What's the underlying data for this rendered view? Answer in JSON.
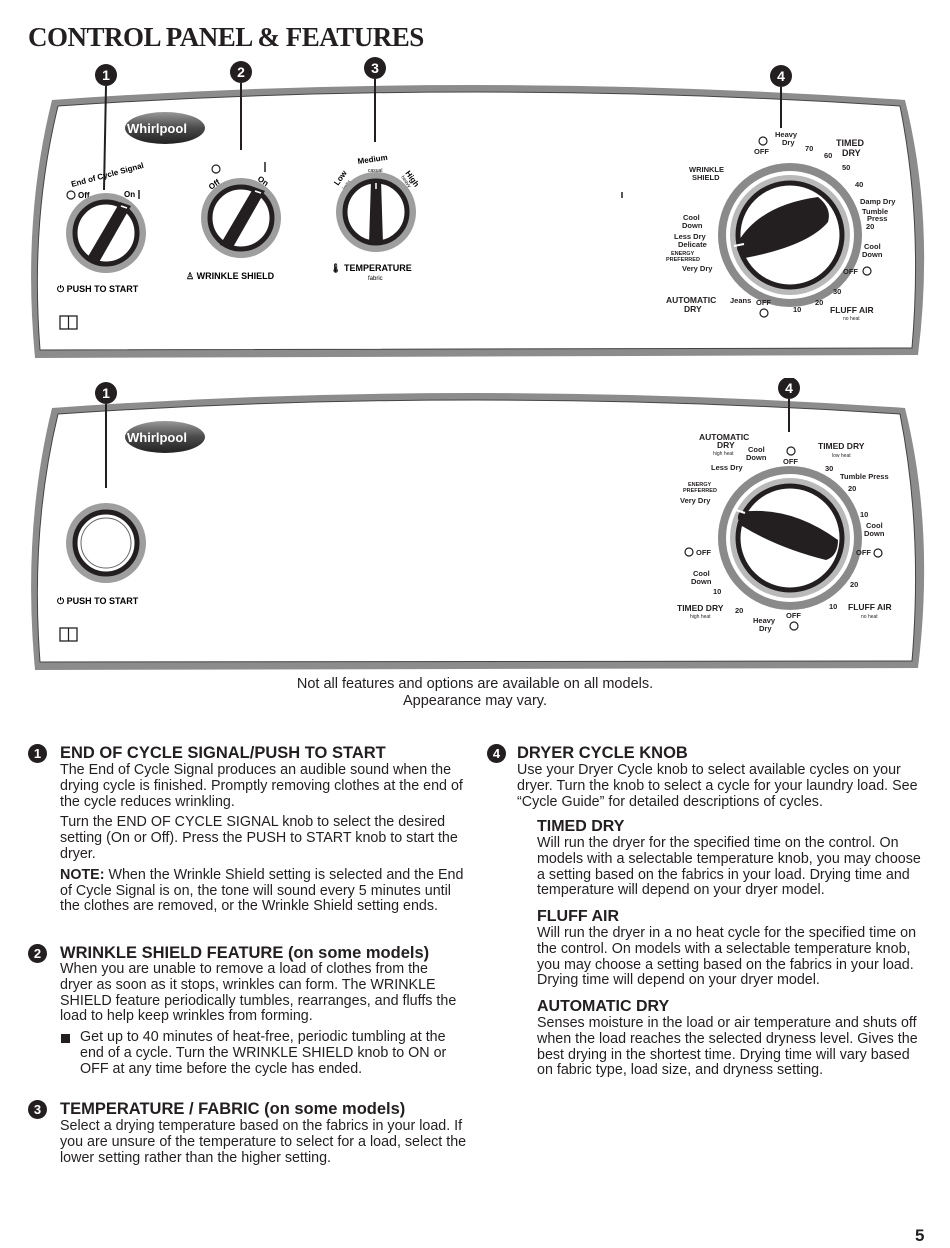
{
  "page_title": "CONTROL PANEL & FEATURES",
  "panel_top": {
    "callouts": [
      "1",
      "2",
      "3",
      "4"
    ],
    "logo": "Whirlpool",
    "knob1": {
      "arc_label": "End of Cycle Signal",
      "off": "Off",
      "on": "On",
      "push_label": "PUSH TO START"
    },
    "knob2": {
      "off": "Off",
      "on": "On",
      "label": "WRINKLE SHIELD"
    },
    "knob3": {
      "low": "Low",
      "low_sub": "knits",
      "medium": "Medium",
      "medium_sub": "casual",
      "high": "High",
      "high_sub": "heavy",
      "label": "TEMPERATURE",
      "label_sub": "fabric"
    },
    "dial": {
      "heavy_dry": "Heavy\nDry",
      "off_top": "OFF",
      "t70": "70",
      "t60": "60",
      "t50": "50",
      "t40": "40",
      "t30": "30",
      "t20": "20",
      "t10": "10",
      "t20b": "20",
      "timed_dry": "TIMED\nDRY",
      "wrinkle_shield": "WRINKLE\nSHIELD",
      "cool_down_left": "Cool\nDown",
      "less_dry": "Less Dry",
      "delicate": "Delicate",
      "energy_preferred": "ENERGY\nPREFERRED",
      "very_dry": "Very Dry",
      "damp_dry": "Damp Dry",
      "tumble_press": "Tumble\nPress",
      "cool_down_right": "Cool\nDown",
      "off_right": "OFF",
      "automatic_dry": "AUTOMATIC\nDRY",
      "jeans": "Jeans",
      "off_bottom": "OFF",
      "fluff_air": "FLUFF AIR",
      "fluff_air_sub": "no heat"
    }
  },
  "panel_bottom": {
    "callouts": [
      "1",
      "4"
    ],
    "logo": "Whirlpool",
    "push_label": "PUSH TO START",
    "dial": {
      "automatic_dry": "AUTOMATIC\nDRY",
      "automatic_dry_sub": "high heat",
      "cool_down_top": "Cool\nDown",
      "off_top": "OFF",
      "timed_dry_top": "TIMED DRY",
      "timed_dry_top_sub": "low heat",
      "less_dry": "Less Dry",
      "t30": "30",
      "tumble_press": "Tumble Press",
      "energy_preferred": "ENERGY\nPREFERRED",
      "very_dry": "Very Dry",
      "t20": "20",
      "t10": "10",
      "cool_down_right": "Cool\nDown",
      "off_left": "OFF",
      "off_right": "OFF",
      "cool_down_left": "Cool\nDown",
      "t20r": "20",
      "t10l": "10",
      "timed_dry_bottom": "TIMED DRY",
      "timed_dry_bottom_sub": "high heat",
      "t20l": "20",
      "heavy_dry": "Heavy\nDry",
      "off_bottom": "OFF",
      "t10r": "10",
      "fluff_air": "FLUFF AIR",
      "fluff_air_sub": "no heat"
    }
  },
  "caption": [
    "Not all features and options are available on all models.",
    "Appearance may vary."
  ],
  "sections": {
    "s1": {
      "num": "1",
      "heading": "END OF CYCLE SIGNAL/PUSH TO START",
      "p1": "The End of Cycle Signal produces an audible sound when the drying cycle is finished. Promptly removing clothes at the end of the cycle reduces wrinkling.",
      "p2": "Turn the END OF CYCLE SIGNAL knob to select the desired setting (On or Off). Press the PUSH to START knob to start the dryer.",
      "note_label": "NOTE:",
      "note": " When the Wrinkle Shield setting is selected and the End of Cycle Signal is on, the tone will sound every 5 minutes until the clothes are removed, or the Wrinkle Shield setting ends."
    },
    "s2": {
      "num": "2",
      "heading": "WRINKLE SHIELD FEATURE (on some models)",
      "p1": "When you are unable to remove a load of clothes from the dryer as soon as it stops, wrinkles can form. The WRINKLE SHIELD feature periodically tumbles, rearranges, and fluffs the load to help keep wrinkles from forming.",
      "bullet": "Get up to 40 minutes of heat-free, periodic tumbling at the end of a cycle. Turn the WRINKLE SHIELD knob to ON or OFF at any time before the cycle has ended."
    },
    "s3": {
      "num": "3",
      "heading": "TEMPERATURE / FABRIC (on some models)",
      "p1": "Select a drying temperature based on the fabrics in your load. If you are unsure of the temperature to select for a load, select the lower setting rather than the higher setting."
    },
    "s4": {
      "num": "4",
      "heading": "DRYER CYCLE KNOB",
      "p1": "Use your Dryer Cycle knob to select available cycles on your dryer. Turn the knob to select a cycle for your laundry load. See “Cycle Guide” for detailed descriptions of cycles.",
      "timed_head": "TIMED DRY",
      "timed": "Will run the dryer for the specified time on the control. On models with a selectable temperature knob, you may choose a setting based on the fabrics in your load. Drying time and temperature will depend on your dryer model.",
      "fluff_head": "FLUFF AIR",
      "fluff": "Will run the dryer in a no heat cycle for the specified time on the control.  On models with a selectable temperature knob, you may choose a setting based on the fabrics in your load. Drying time will depend on your dryer model.",
      "auto_head": "AUTOMATIC DRY",
      "auto": "Senses moisture in the load or air temperature and shuts off when the load reaches the selected dryness level. Gives the best drying in the shortest time. Drying time will vary based on fabric type, load size, and dryness setting."
    }
  },
  "page_number": "5"
}
